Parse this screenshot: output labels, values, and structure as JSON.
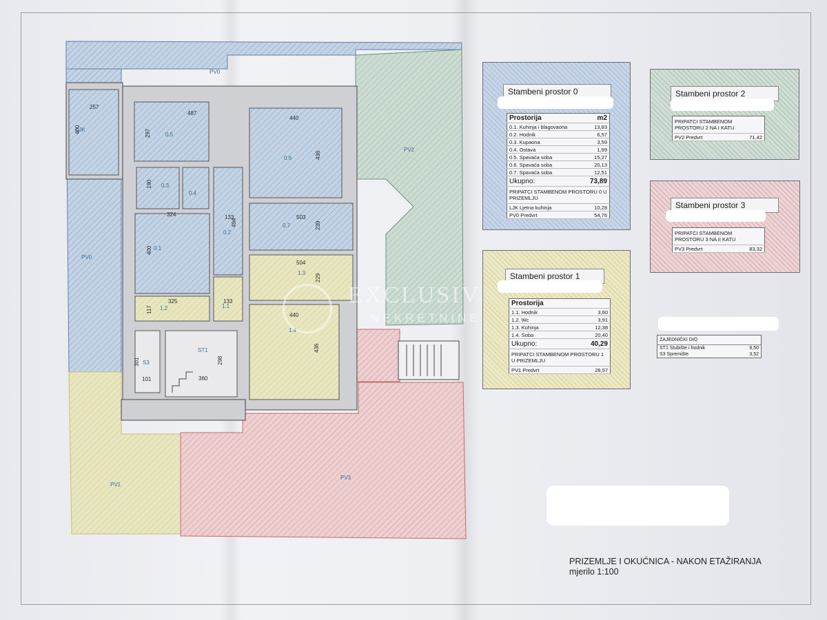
{
  "plan": {
    "zones": {
      "pv0_top": "PV0",
      "pv0_left": "PV0",
      "pv1": "PV1",
      "pv2": "PV2",
      "pv3": "PV3"
    },
    "rooms": {
      "lk": "LJK",
      "r05": "0.5",
      "r06": "0.6",
      "r03": "0.3",
      "r04": "0.4",
      "r02": "0.2",
      "r07": "0.7",
      "r01": "0.1",
      "r13": "1.3",
      "r12": "1.2",
      "r11": "1.1",
      "r14": "1.4",
      "st1": "ST1",
      "s3": "S3"
    },
    "dims": {
      "d257": "257",
      "d400a": "400",
      "d487": "487",
      "d297": "297",
      "d440a": "440",
      "d436a": "436",
      "d190": "190",
      "d324": "324",
      "d133a": "133",
      "d494": "494",
      "d503": "503",
      "d239": "239",
      "d400b": "400",
      "d504": "504",
      "d229": "229",
      "d325": "325",
      "d117": "117",
      "d133b": "133",
      "d440b": "440",
      "d436b": "436",
      "d301": "301",
      "d101": "101",
      "d360": "360",
      "d298": "298"
    }
  },
  "watermark": {
    "line1": "EXCLUSIVE",
    "line2": "NEKRETNINE"
  },
  "panels": {
    "sp0": {
      "title": "Stambeni prostor 0",
      "header": [
        "Prostorija",
        "m2"
      ],
      "rows": [
        [
          "0.1. Kuhinja i blagovaona",
          "13,83"
        ],
        [
          "0.2. Hodnik",
          "6,57"
        ],
        [
          "0.3. Kupaona",
          "3,59"
        ],
        [
          "0.4. Ostava",
          "1,99"
        ],
        [
          "0.5. Spavaća soba",
          "15,27"
        ],
        [
          "0.6. Spavaća soba",
          "20,13"
        ],
        [
          "0.7. Spavaća soba",
          "12,51"
        ]
      ],
      "total_label": "Ukupno:",
      "total": "73,89",
      "belongs": "PRIPATCI STAMBENOM PROSTORU 0 U PRIZEMLJU",
      "extras": [
        [
          "LJK Ljetna kuhinja",
          "10,28"
        ],
        [
          "PV0 Predvrt",
          "54,76"
        ]
      ]
    },
    "sp1": {
      "title": "Stambeni prostor 1",
      "header": [
        "Prostorija",
        ""
      ],
      "rows": [
        [
          "1.1. Hodnik",
          "3,60"
        ],
        [
          "1.2. Wc",
          "3,91"
        ],
        [
          "1.3. Kuhinja",
          "12,38"
        ],
        [
          "1.4. Soba",
          "20,40"
        ]
      ],
      "total_label": "Ukupno:",
      "total": "40,29",
      "belongs": "PRIPATCI STAMBENOM PROSTORU 1 U PRIZEMLJU",
      "extras": [
        [
          "PV1 Predvrt",
          "28,57"
        ]
      ]
    },
    "sp2": {
      "title": "Stambeni prostor 2",
      "belongs": "PRIPATCI STAMBENOM PROSTORU 2 NA I KATU",
      "extras": [
        [
          "PV2 Predvrt",
          "71,42"
        ]
      ]
    },
    "sp3": {
      "title": "Stambeni prostor 3",
      "belongs": "PRIPATCI STAMBENOM PROSTORU 3 NA II KATU",
      "extras": [
        [
          "PV3 Predvrt",
          "83,32"
        ]
      ]
    },
    "common": {
      "header": "ZAJEDNIČKI DIO",
      "rows": [
        [
          "ST1 Stubište i hodnik",
          "8,50"
        ],
        [
          "S3 Spremište",
          "3,52"
        ]
      ]
    }
  },
  "footer": {
    "title": "PRIZEMLJE I OKUĆNICA - NAKON ETAŽIRANJA",
    "scale": "mjerilo 1:100"
  },
  "colors": {
    "blue": "#7a9fc6",
    "green": "#8fb29a",
    "yellow": "#d9d58c",
    "red": "#d98686",
    "wall": "#cfd0d4"
  }
}
